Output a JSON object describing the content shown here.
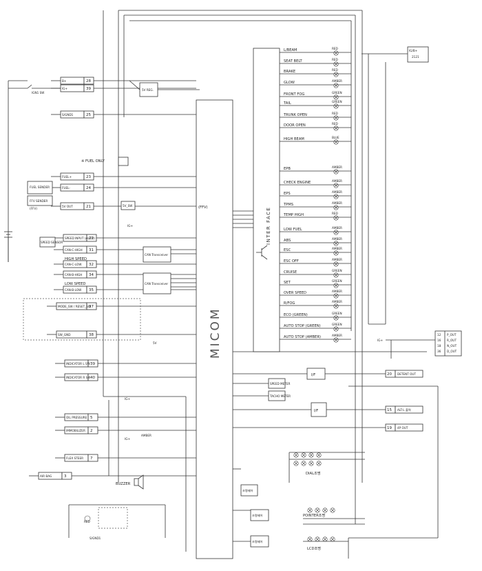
{
  "micom_label": "MICOM",
  "interface_label": "INTER FACE",
  "inputs": [
    {
      "label": "B+",
      "pin": "28"
    },
    {
      "label": "IG+",
      "pin": "39"
    },
    {
      "label": "S/GND1",
      "pin": "25"
    },
    {
      "label": "FUEL+",
      "pin": "23"
    },
    {
      "label": "FUEL-",
      "pin": "24"
    },
    {
      "label": "5V OUT",
      "pin": "21"
    },
    {
      "label": "SPEED INPUT (AUTO)",
      "pin": "22"
    },
    {
      "label": "CAN-C-HIGH",
      "pin": "31"
    },
    {
      "label": "CAN-C-LOW",
      "pin": "32"
    },
    {
      "label": "CAN-B-HIGH",
      "pin": "34"
    },
    {
      "label": "CAN-B-LOW",
      "pin": "35"
    },
    {
      "label": "MODE_SW / RESET_SW",
      "pin": "37"
    },
    {
      "label": "SW_GND",
      "pin": "38"
    },
    {
      "label": "INDICATOR L SW",
      "pin": "39"
    },
    {
      "label": "INDICATOR R SW",
      "pin": "40"
    },
    {
      "label": "OIL PRESSURE",
      "pin": "5"
    },
    {
      "label": "IMMOBILIZER",
      "pin": "2"
    },
    {
      "label": "FLEX STEER",
      "pin": "7"
    },
    {
      "label": "AIR BAG",
      "pin": "3"
    }
  ],
  "side_labels": {
    "ign_sw": "IGN1 SW",
    "fuel_only": "※ FUEL ONLY",
    "fuel_sender": "FUEL SENDER",
    "ffv_sender": "FFV SENDER",
    "ffv_label": "(FFV)",
    "ffv_arrow": "(FFV)",
    "high_speed": "HIGH SPEED",
    "low_speed": "LOW SPEED",
    "can_trx": "CAN Transceiver",
    "can_trx2": "CAN Transceiver",
    "sv_reg": "5V REG.",
    "five_v_sw": "5V_SW",
    "five_v": "5V",
    "ig_plus": "IG+",
    "sgnd1": "S/GND1",
    "amber": "AMBER",
    "buzzer": "BUZZER",
    "speed_sensor": "SPEED SENSOR",
    "red": "RED"
  },
  "indicators_top": [
    {
      "label": "L/BEAM",
      "color": "RED"
    },
    {
      "label": "SEAT BELT",
      "color": "RED"
    },
    {
      "label": "BRAKE",
      "color": "RED"
    },
    {
      "label": "GLOW",
      "color": "AMBER"
    },
    {
      "label": "FRONT FOG",
      "color": "GREEN"
    },
    {
      "label": "TAIL",
      "color": "GREEN"
    },
    {
      "label": "TRUNK OPEN",
      "color": "RED"
    },
    {
      "label": "DOOR OPEN",
      "color": "RED"
    },
    {
      "label": "HIGH BEAM",
      "color": "BLUE"
    }
  ],
  "indicators_bottom": [
    {
      "label": "EPB",
      "color": "AMBER"
    },
    {
      "label": "CHECK ENGINE",
      "color": "AMBER"
    },
    {
      "label": "EPS",
      "color": "AMBER"
    },
    {
      "label": "TPMS",
      "color": "AMBER"
    },
    {
      "label": "TEMP HIGH",
      "color": "RED"
    },
    {
      "label": "LOW FUEL",
      "color": "AMBER"
    },
    {
      "label": "ABS",
      "color": "AMBER"
    },
    {
      "label": "ESC",
      "color": "AMBER"
    },
    {
      "label": "ESC OFF",
      "color": "AMBER"
    },
    {
      "label": "CRUISE",
      "color": "GREEN"
    },
    {
      "label": "SET",
      "color": "GREEN"
    },
    {
      "label": "OVER SPEED",
      "color": "AMBER"
    },
    {
      "label": "R/FOG",
      "color": "AMBER"
    },
    {
      "label": "ECO (GREEN)",
      "color": "GREEN"
    },
    {
      "label": "AUTO STOP (GREEN)",
      "color": "GREEN"
    },
    {
      "label": "AUTO STOP (AMBER)",
      "color": "AMBER"
    }
  ],
  "outputs": [
    {
      "label": "DETENT OUT",
      "pin": "20"
    },
    {
      "label": "ALT-L 출력",
      "pin": "15"
    },
    {
      "label": "4P OUT",
      "pin": "19"
    }
  ],
  "right_connector": {
    "header": "IG/B+",
    "sub": "2121",
    "pins": [
      {
        "pin": "12",
        "label": "P_OUT"
      },
      {
        "pin": "16",
        "label": "R_OUT"
      },
      {
        "pin": "18",
        "label": "N_OUT"
      },
      {
        "pin": "36",
        "label": "D_OUT"
      }
    ],
    "ig_label": "IG+"
  },
  "meters": {
    "speed": "SPEED METER",
    "tacho": "TACHO METER",
    "if1": "I/F",
    "if2": "I/F"
  },
  "lower_blocks": {
    "dial": "DIAL조명",
    "pointer": "POINTER조명",
    "lcd": "LCD조명",
    "dial_ctrl": "조명제어",
    "pointer_ctrl": "조명제어",
    "lcd_ctrl": "조명제어"
  },
  "colors": {
    "line": "#333333",
    "lamp": "#777777",
    "background": "#ffffff"
  }
}
